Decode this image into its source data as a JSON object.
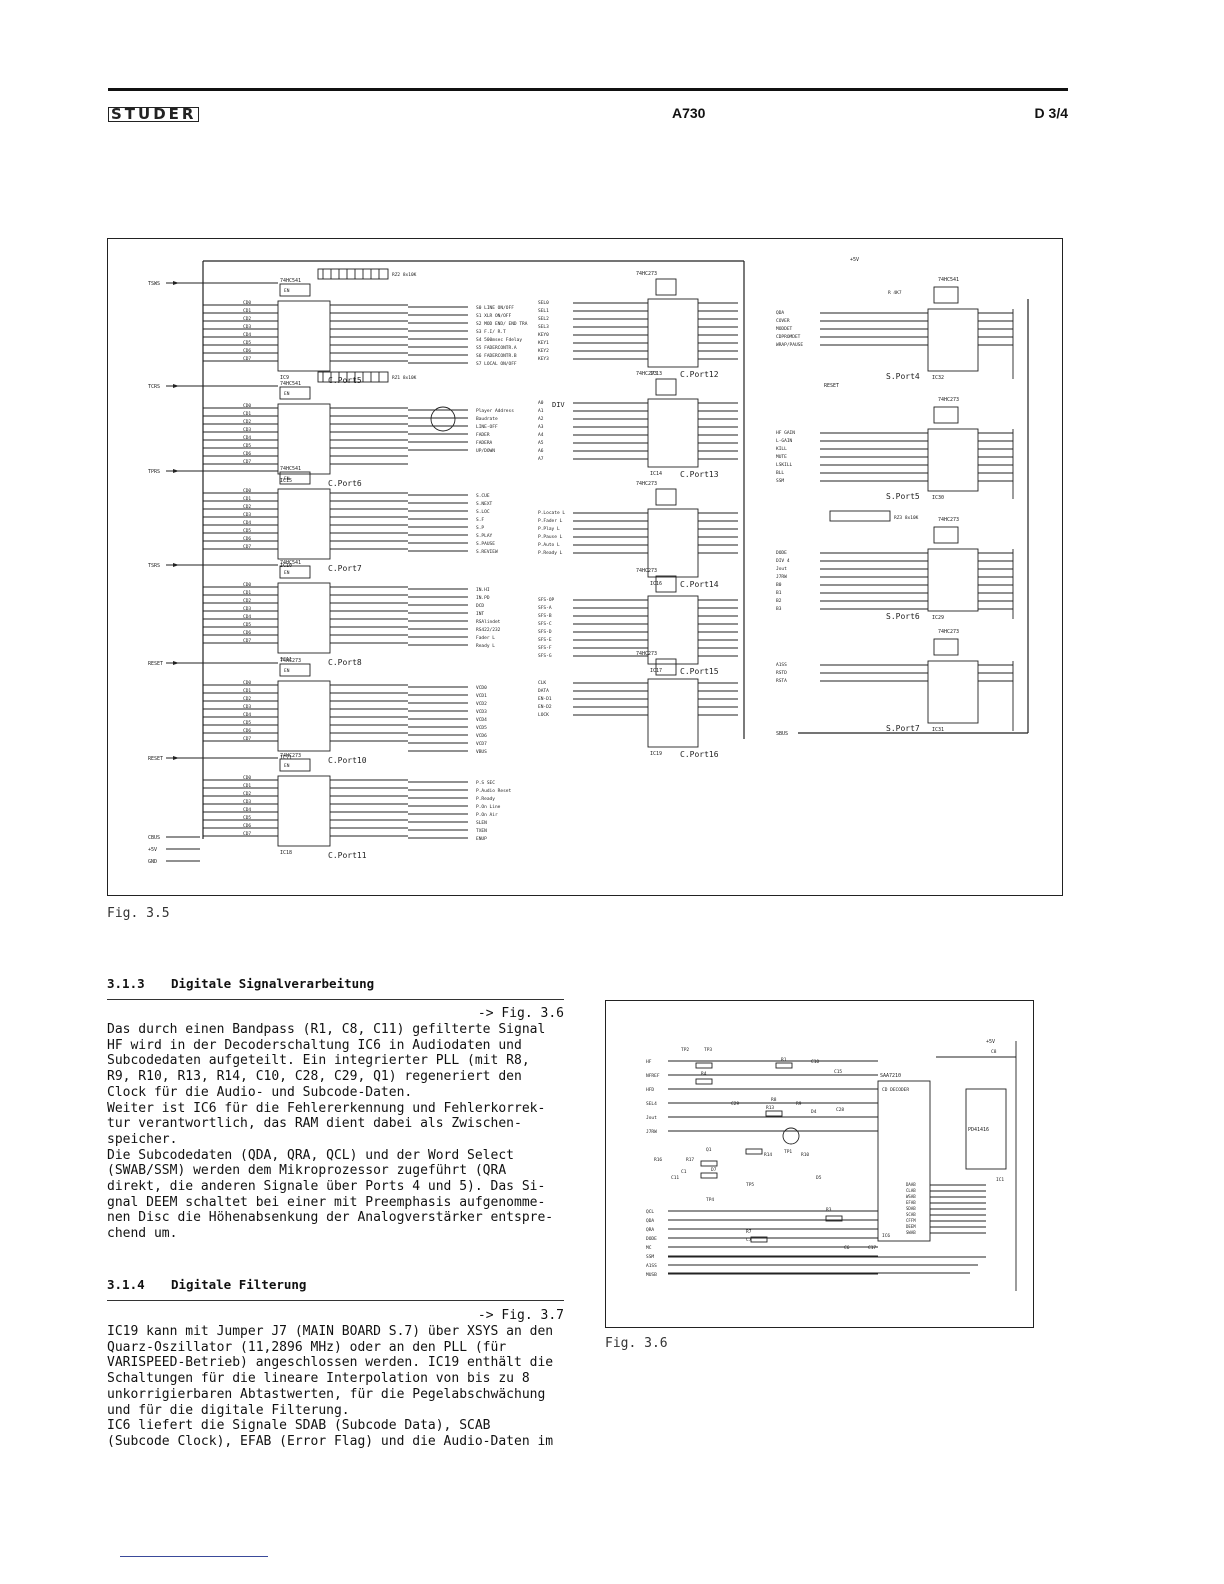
{
  "header": {
    "logo": "STUDER",
    "model": "A730",
    "page": "D 3/4"
  },
  "fig35": {
    "caption": "Fig. 3.5",
    "left_ports": [
      {
        "signal": "TSWS",
        "chip": "74HC541",
        "ic": "IC9",
        "port": "C.Port5",
        "pins": [
          "CD0",
          "CD1",
          "CD2",
          "CD3",
          "CD4",
          "CD5",
          "CD6",
          "CD7"
        ],
        "outs": [
          "S0 LINE ON/OFF",
          "S1 XLR ON/OFF",
          "S2 MOD END/ END TRA",
          "S3 F.I/ R.T",
          "S4 500msec Fdelay",
          "S5 FADERCONTR.A",
          "S6 FADERCONTR.B",
          "S7 LOCAL ON/OFF"
        ]
      },
      {
        "signal": "TCRS",
        "chip": "74HC541",
        "ic": "IC15",
        "port": "C.Port6",
        "pins": [
          "CD0",
          "CD1",
          "CD2",
          "CD3",
          "CD4",
          "CD5",
          "CD6",
          "CD7"
        ],
        "outs": [
          "Player Address",
          "Baudrate",
          "LINE-OFF",
          "FADER",
          "FADERA",
          "UP/DOWN"
        ]
      },
      {
        "signal": "TPRS",
        "chip": "74HC541",
        "ic": "IC10",
        "port": "C.Port7",
        "pins": [
          "CD0",
          "CD1",
          "CD2",
          "CD3",
          "CD4",
          "CD5",
          "CD6",
          "CD7"
        ],
        "outs": [
          "S.CUE",
          "S.NEXT",
          "S.LOC",
          "S.F",
          "S.P",
          "S.PLAY",
          "S.PAUSE",
          "S.REVIEW"
        ]
      },
      {
        "signal": "TSRS",
        "chip": "74HC541",
        "ic": "IC11",
        "port": "C.Port8",
        "pins": [
          "CD0",
          "CD1",
          "CD2",
          "CD3",
          "CD4",
          "CD5",
          "CD6",
          "CD7"
        ],
        "outs": [
          "IN.HI",
          "IN.PD",
          "DCD",
          "INT",
          "RSAlindet",
          "RS422/232",
          "Fader L",
          "Ready L"
        ]
      },
      {
        "signal": "RESET",
        "chip": "74HC273",
        "ic": "IC71",
        "port": "C.Port10",
        "pins": [
          "CD0",
          "CD1",
          "CD2",
          "CD3",
          "CD4",
          "CD5",
          "CD6",
          "CD7"
        ],
        "outs": [
          "VCD0",
          "VCD1",
          "VCD2",
          "VCD3",
          "VCD4",
          "VCD5",
          "VCD6",
          "VCD7",
          "VBUS"
        ]
      },
      {
        "signal": "RESET",
        "chip": "74HC273",
        "ic": "IC18",
        "port": "C.Port11",
        "pins": [
          "CD0",
          "CD1",
          "CD2",
          "CD3",
          "CD4",
          "CD5",
          "CD6",
          "CD7"
        ],
        "outs": [
          "P.S SEC",
          "P.Audio Reset",
          "P.Ready",
          "P.On Line",
          "P.On Air",
          "SLEN",
          "TXEN",
          "ENUP"
        ]
      }
    ],
    "mid_ports": [
      {
        "chip": "74HC273",
        "ic": "IC13",
        "port": "C.Port12",
        "ins": [
          "SEL0",
          "SEL1",
          "SEL2",
          "SEL3",
          "KEY0",
          "KEY1",
          "KEY2",
          "KEY3"
        ]
      },
      {
        "chip": "74HC273",
        "ic": "IC14",
        "port": "C.Port13",
        "ins": [
          "A0",
          "A1",
          "A2",
          "A3",
          "A4",
          "A5",
          "A6",
          "A7"
        ],
        "bus": "DIV"
      },
      {
        "chip": "74HC273",
        "ic": "IC16",
        "port": "C.Port14",
        "ins": [
          "P.Locate L",
          "P.Fader L",
          "P.Play L",
          "P.Pause L",
          "P.Auto L",
          "P.Ready L"
        ]
      },
      {
        "chip": "74HC273",
        "ic": "IC17",
        "port": "C.Port15",
        "ins": [
          "SFS-OP",
          "SFS-A",
          "SFS-B",
          "SFS-C",
          "SFS-D",
          "SFS-E",
          "SFS-F",
          "SFS-G"
        ]
      },
      {
        "chip": "74HC273",
        "ic": "IC19",
        "port": "C.Port16",
        "ins": [
          "CLK",
          "DATA",
          "EN-D1",
          "EN-D2",
          "LOCK"
        ]
      }
    ],
    "right_ports": [
      {
        "chip": "74HC541",
        "ic": "IC32",
        "port": "S.Port4",
        "ins": [
          "QDA",
          "COVER",
          "MODDET",
          "CDPROMDET",
          "WRAP/PAUSE"
        ]
      },
      {
        "chip": "74HC273",
        "ic": "IC30",
        "port": "S.Port5",
        "ins": [
          "HF GAIN",
          "L-GAIN",
          "KILL",
          "MUTE",
          "LSKILL",
          "BLL",
          "SSM"
        ]
      },
      {
        "chip": "74HC273",
        "ic": "IC29",
        "port": "S.Port6",
        "ins": [
          "DODE",
          "DIV 4",
          "Jout",
          "J7RW",
          "B0",
          "B1",
          "B2",
          "B3"
        ]
      },
      {
        "chip": "74HC273",
        "ic": "IC31",
        "port": "S.Port7",
        "ins": [
          "A1SS",
          "RSTD",
          "RSTA"
        ]
      }
    ],
    "bus_labels": [
      "CBUS",
      "+5V",
      "GND",
      "SBUS",
      "+5V",
      "RESET"
    ],
    "rz_labels": [
      "RZ2 8x10K",
      "RZ1 8x10K",
      "RZ3 8x10K",
      "R 4K7"
    ]
  },
  "sections": [
    {
      "number": "3.1.3",
      "title": "Digitale Signalverarbeitung",
      "ref": "-> Fig. 3.6",
      "lines": [
        "Das durch einen Bandpass (R1, C8, C11) gefilterte Signal",
        "HF wird in der Decoderschaltung IC6 in Audiodaten und",
        "Subcodedaten aufgeteilt. Ein integrierter PLL (mit R8,",
        "R9, R10, R13, R14, C10, C28, C29, Q1) regeneriert den",
        "Clock für die Audio- und Subcode-Daten.",
        "Weiter ist IC6 für die Fehlererkennung und Fehlerkorrek-",
        "tur verantwortlich, das RAM dient dabei als Zwischen-",
        "speicher.",
        "Die Subcodedaten (QDA, QRA, QCL) und der Word Select",
        "(SWAB/SSM) werden dem Mikroprozessor zugeführt (QRA",
        "direkt, die anderen Signale über Ports 4 und 5). Das Si-",
        "gnal DEEM schaltet bei einer mit Preemphasis aufgenomme-",
        "nen Disc die Höhenabsenkung der Analogverstärker entspre-",
        "chend um."
      ]
    },
    {
      "number": "3.1.4",
      "title": "Digitale Filterung",
      "ref": "-> Fig. 3.7",
      "lines": [
        "IC19 kann mit Jumper J7 (MAIN BOARD S.7) über XSYS an den",
        "Quarz-Oszillator (11,2896 MHz) oder an den PLL (für",
        "VARISPEED-Betrieb) angeschlossen werden. IC19 enthält die",
        "Schaltungen für die lineare Interpolation von bis zu 8",
        "unkorrigierbaren Abtastwerten, für die Pegelabschwächung",
        "und für die digitale Filterung.",
        "IC6 liefert die Signale SDAB (Subcode Data), SCAB",
        "(Subcode Clock), EFAB (Error Flag) und die Audio-Daten im"
      ]
    }
  ],
  "fig36": {
    "caption": "Fig. 3.6",
    "chips": [
      "SAA7210",
      "CD DECODER",
      "IC6",
      "PD41416",
      "IC1"
    ],
    "components": [
      "R1",
      "R4",
      "R8",
      "R9",
      "R10",
      "R13",
      "R14",
      "R16",
      "R17",
      "C1",
      "C8",
      "C10",
      "C11",
      "C15",
      "C28",
      "C29",
      "D4",
      "D5",
      "D7",
      "Q1",
      "TP1",
      "TP2",
      "TP3",
      "TP4",
      "TP5",
      "C6",
      "C17",
      "R3",
      "R7",
      "C7"
    ],
    "inputs": [
      "HF",
      "NFREF",
      "HFD",
      "SEL4",
      "Jout",
      "J7RW",
      "QCL",
      "QDA",
      "QRA",
      "DODE",
      "MC",
      "SSM",
      "A1SS",
      "MUSB"
    ],
    "pins": [
      "DAAB",
      "CLAB",
      "WSAB",
      "EFAB",
      "SDAB",
      "SCAB",
      "CFFM",
      "DEEM",
      "SWAB"
    ],
    "supply": "+5V"
  }
}
